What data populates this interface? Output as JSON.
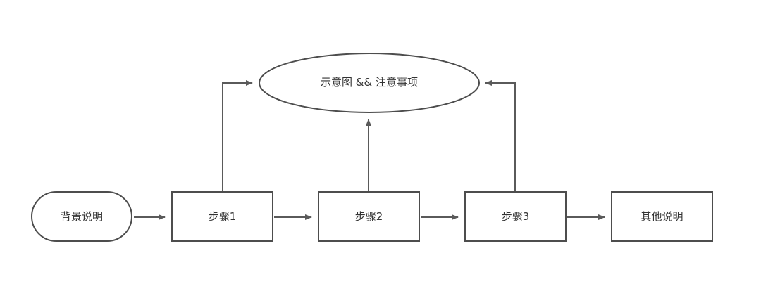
{
  "diagram": {
    "nodes": {
      "background": "背景说明",
      "step1": "步骤1",
      "step2": "步骤2",
      "step3": "步骤3",
      "other": "其他说明",
      "notes": "示意图 && 注意事项"
    }
  }
}
